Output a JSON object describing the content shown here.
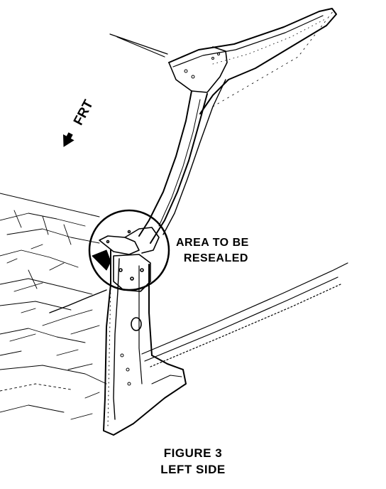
{
  "direction_marker": {
    "text": "FRT"
  },
  "callout": {
    "line1": "AREA TO BE",
    "line2": "RESEALED"
  },
  "caption": {
    "figure": "FIGURE 3",
    "side": "LEFT SIDE"
  },
  "colors": {
    "ink": "#000000",
    "paper": "#ffffff"
  }
}
